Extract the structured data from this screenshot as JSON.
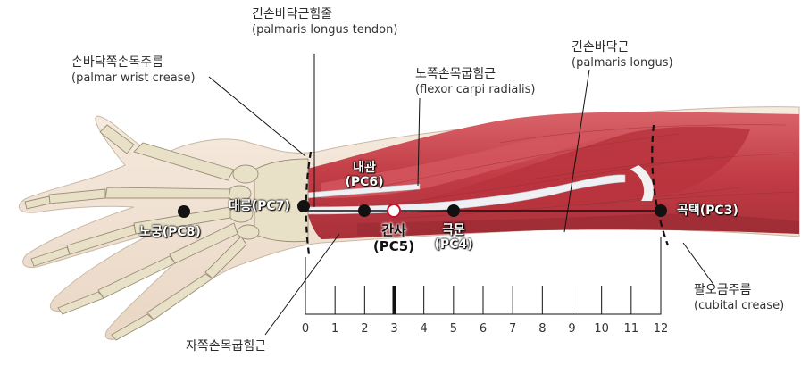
{
  "labels": {
    "palmaris_longus_tendon": {
      "ko": "긴손바닥근힘줄",
      "en": "(palmaris longus tendon)"
    },
    "palmar_wrist_crease": {
      "ko": "손바닥쪽손목주름",
      "en": "(palmar wrist crease)"
    },
    "flexor_carpi_radialis": {
      "ko": "노쪽손목굽힘근",
      "en": "(flexor carpi radialis)"
    },
    "palmaris_longus": {
      "ko": "긴손바닥근",
      "en": "(palmaris longus)"
    },
    "cubital_crease": {
      "ko": "팔오금주름",
      "en": "(cubital crease)"
    },
    "flexor_carpi_ulnaris": {
      "ko": "자쪽손목굽힘근"
    }
  },
  "points": {
    "pc8": {
      "name": "노궁",
      "code": "(PC8)"
    },
    "pc7": {
      "name": "대릉",
      "code": "(PC7)"
    },
    "pc6": {
      "name": "내관",
      "code": "(PC6)"
    },
    "pc5": {
      "name": "간사",
      "code": "(PC5)"
    },
    "pc4": {
      "name": "극문",
      "code": "(PC4)"
    },
    "pc3": {
      "name": "곡택",
      "code": "(PC3)"
    }
  },
  "scale": {
    "numbers": [
      "0",
      "1",
      "2",
      "3",
      "4",
      "5",
      "6",
      "7",
      "8",
      "9",
      "10",
      "11",
      "12"
    ],
    "highlighted": 3
  },
  "colors": {
    "muscle": "#c9414a",
    "muscle_dark": "#a8323a",
    "bone": "#e6ddc6",
    "skin": "#f3e6d8",
    "tendon": "#eef0f4",
    "point": "#111111",
    "highlight_ring": "#c8102e"
  }
}
